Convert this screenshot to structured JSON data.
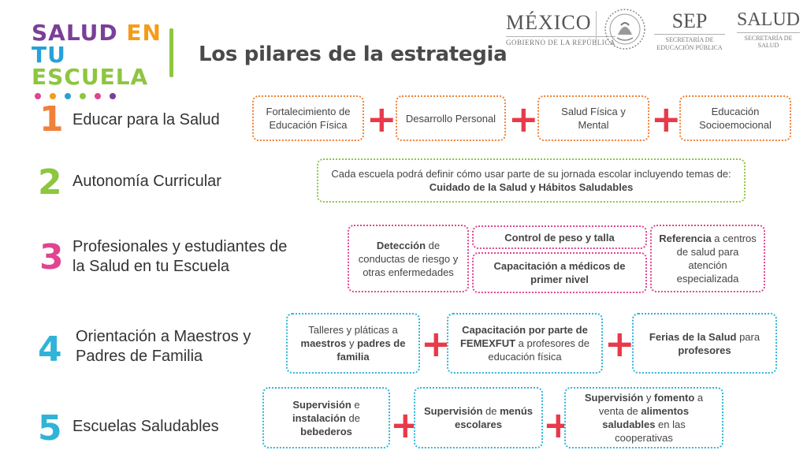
{
  "header": {
    "logo_line1_a": "SALUD",
    "logo_line1_b": "EN",
    "logo_line2_a": "TU",
    "logo_line2_b": "ESCUELA",
    "title": "Los pilares de la estrategia",
    "gov_mexico": "MÉXICO",
    "gov_mexico_sub": "GOBIERNO DE LA REPÚBLICA",
    "sep": "SEP",
    "sep_sub_1": "SECRETARÍA DE",
    "sep_sub_2": "EDUCACIÓN PÚBLICA",
    "salud": "SALUD",
    "salud_sub": "SECRETARÍA DE SALUD"
  },
  "rows": [
    {
      "num": "1",
      "color": "#f0813a",
      "label_1": "Educar para la Salud",
      "label_2": ""
    },
    {
      "num": "2",
      "color": "#8dc63f",
      "label_1": "Autonomía Curricular",
      "label_2": ""
    },
    {
      "num": "3",
      "color": "#e0458e",
      "label_1": "Profesionales y estudiantes de",
      "label_2": "la Salud en tu Escuela"
    },
    {
      "num": "4",
      "color": "#2fb4d8",
      "label_1": "Orientación a Maestros y",
      "label_2": "Padres de Familia"
    },
    {
      "num": "5",
      "color": "#2fb4d8",
      "label_1": "Escuelas Saludables",
      "label_2": ""
    }
  ],
  "row1": {
    "box1": "Fortalecimiento de Educación Física",
    "box2": "Desarrollo Personal",
    "box3": "Salud Física y Mental",
    "box4": "Educación Socioemocional"
  },
  "row2": {
    "box1_pre": "Cada escuela podrá definir cómo usar parte de su jornada escolar incluyendo temas de: ",
    "box1_bold": "Cuidado de la Salud y Hábitos Saludables"
  },
  "row3": {
    "box1_bold": "Detección",
    "box1_rest": " de conductas de riesgo y otras enfermedades",
    "box2_bold": "Control de peso y talla",
    "box3_bold": "Capacitación a médicos de primer nivel",
    "box4_bold": "Referencia",
    "box4_rest": " a centros de salud para atención especializada"
  },
  "row4": {
    "box1_a": "Talleres y pláticas a ",
    "box1_b": "maestros",
    "box1_c": " y ",
    "box1_d": "padres de familia",
    "box2_bold": "Capacitación por parte de FEMEXFUT",
    "box2_rest": " a profesores de educación física",
    "box3_bold": "Ferias de la Salud",
    "box3_mid": " para ",
    "box3_bold2": "profesores"
  },
  "row5": {
    "box1_a": "Supervisión",
    "box1_b": " e ",
    "box1_c": "instalación",
    "box1_d": " de ",
    "box1_e": "bebederos",
    "box2_a": "Supervisión",
    "box2_b": " de ",
    "box2_c": "menús escolares",
    "box3_a": "Supervisión",
    "box3_b": " y ",
    "box3_c": "fomento",
    "box3_d": " a venta de ",
    "box3_e": "alimentos saludables",
    "box3_f": " en las cooperativas"
  },
  "plus_symbol": "+",
  "colors": {
    "orange": "#f0813a",
    "green": "#8dc63f",
    "pink": "#e0458e",
    "cyan": "#2fb4d8",
    "plus": "#e83a4a",
    "logo_purple": "#7a3f98",
    "logo_orange": "#f39c1a",
    "logo_blue": "#27a1d8",
    "logo_green": "#8dc63f"
  }
}
